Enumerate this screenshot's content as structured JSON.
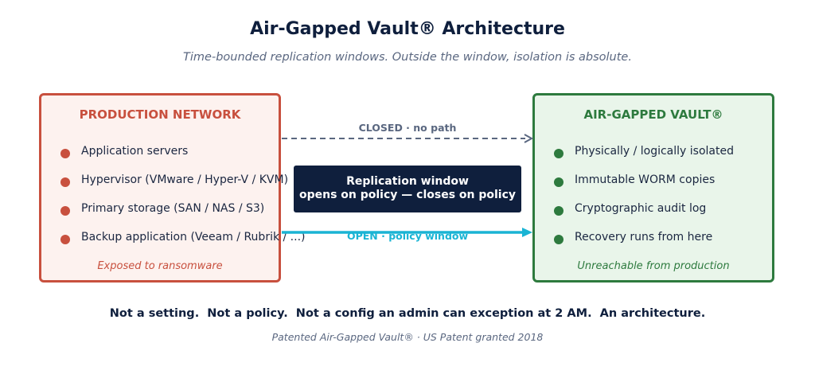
{
  "title": "Air-Gapped Vault® Architecture",
  "subtitle": "Time-bounded replication windows. Outside the window, isolation is absolute.",
  "production": {
    "title": "PRODUCTION NETWORK",
    "items": [
      "Application servers",
      "Hypervisor (VMware / Hyper-V / KVM)",
      "Primary storage (SAN / NAS / S3)",
      "Backup application (Veeam / Rubrik / ...)"
    ],
    "caption": "Exposed to ransomware",
    "color": "#c8503e"
  },
  "vault": {
    "title": "AIR-GAPPED VAULT®",
    "items": [
      "Physically / logically isolated",
      "Immutable WORM copies",
      "Cryptographic audit log",
      "Recovery runs from here"
    ],
    "caption": "Unreachable from production",
    "color": "#2d7a3e"
  },
  "links": {
    "closed_label": "CLOSED · no path",
    "open_label": "OPEN · policy window",
    "replication_line1": "Replication window",
    "replication_line2": "opens on policy — closes on policy"
  },
  "tagline": "Not a setting.  Not a policy.  Not a config an admin can exception at 2 AM.  An architecture.",
  "footer": "Patented Air-Gapped Vault® · US Patent granted 2018"
}
